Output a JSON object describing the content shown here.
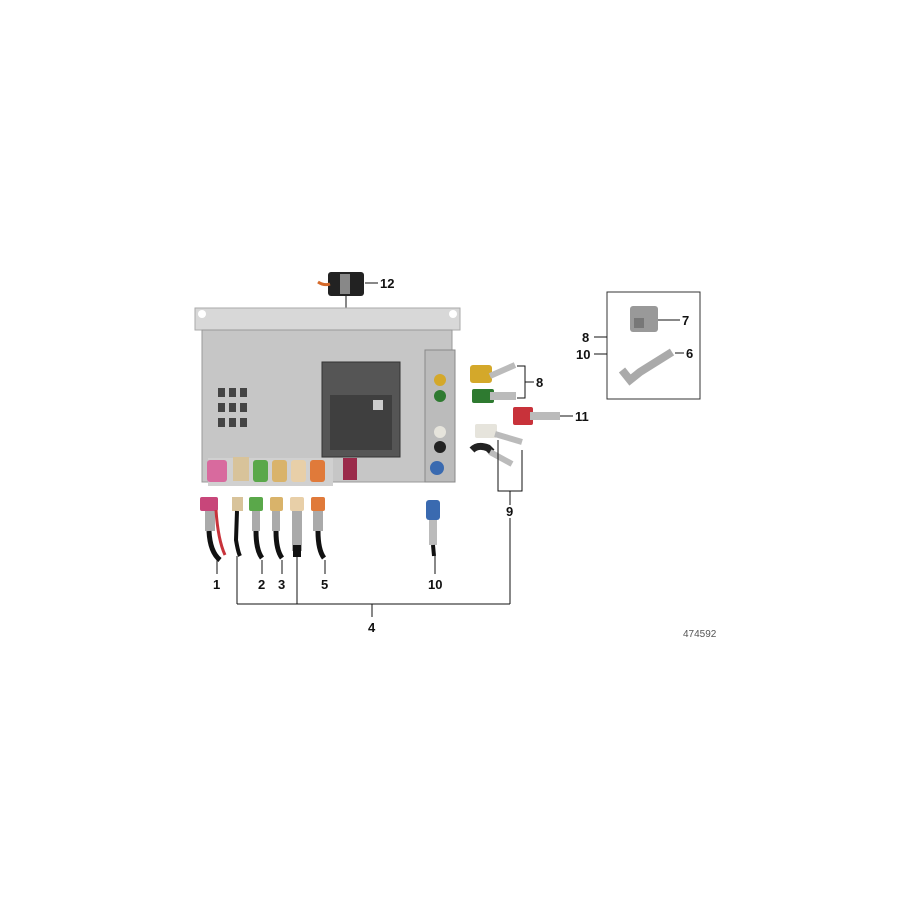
{
  "diagram": {
    "reference_number": "474592",
    "callouts": [
      {
        "id": "1",
        "text": "1"
      },
      {
        "id": "2",
        "text": "2"
      },
      {
        "id": "3",
        "text": "3"
      },
      {
        "id": "4",
        "text": "4"
      },
      {
        "id": "5",
        "text": "5"
      },
      {
        "id": "6",
        "text": "6"
      },
      {
        "id": "7",
        "text": "7"
      },
      {
        "id": "8a",
        "text": "8"
      },
      {
        "id": "8b",
        "text": "8"
      },
      {
        "id": "9",
        "text": "9"
      },
      {
        "id": "10a",
        "text": "10"
      },
      {
        "id": "10b",
        "text": "10"
      },
      {
        "id": "11",
        "text": "11"
      },
      {
        "id": "12",
        "text": "12"
      }
    ],
    "connector_colors": {
      "pink": "#d86a9e",
      "beige": "#d8c39a",
      "green": "#5aa84a",
      "tan": "#d9b36a",
      "cream": "#e8cfa8",
      "orange": "#e07a3a",
      "maroon": "#9a2a4a",
      "blue": "#3a6ab0",
      "yellow": "#d4a82a",
      "dkgreen": "#2e7a30",
      "red": "#c8323a",
      "white": "#e6e4dc",
      "black": "#222222"
    }
  }
}
